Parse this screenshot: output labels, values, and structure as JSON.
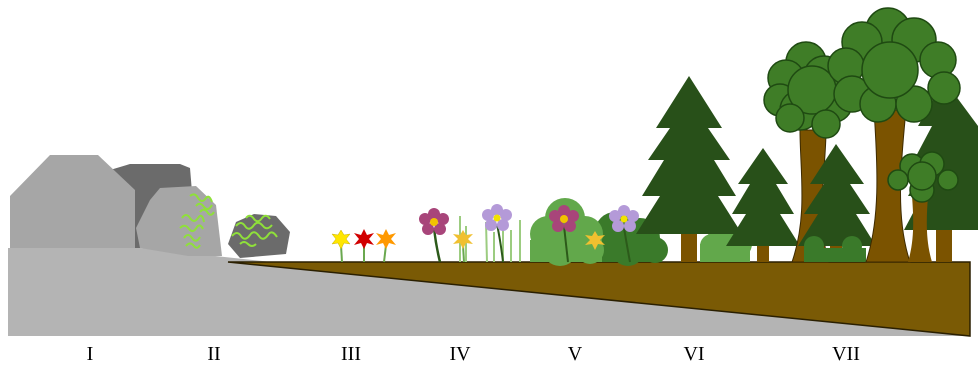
{
  "stages": [
    "I",
    "II",
    "III",
    "IV",
    "V",
    "VI",
    "VII"
  ],
  "colors": {
    "rock_light": "#a6a6a6",
    "rock_dark": "#6b6b6b",
    "rock_mid": "#7a7a7a",
    "bedrock": "#b4b4b4",
    "soil": "#7a5a05",
    "lichen": "#8fe03a",
    "conifer": "#285019",
    "trunk": "#7b5300",
    "shrub_light": "#62a84b",
    "shrub_dark": "#3a7a2a",
    "canopy": "#3f7d27",
    "flower_pink": "#a8457a",
    "flower_lilac": "#b49ad8",
    "flower_yellow": "#ffe600",
    "flower_red": "#d10000",
    "flower_orange": "#ff9900",
    "flower_gold": "#f0c030"
  }
}
